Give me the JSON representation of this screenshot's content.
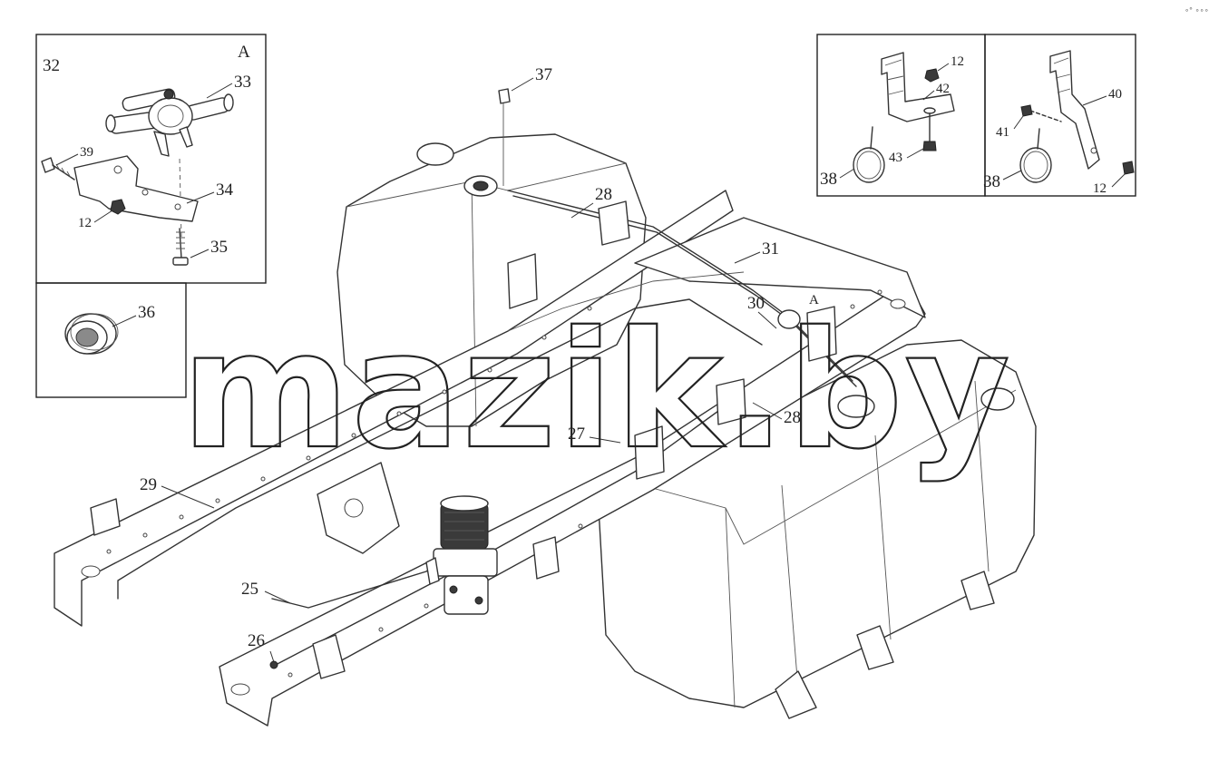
{
  "watermark": "mazik.by",
  "corner_mark": "∘° ∘∘∘",
  "inset_a": {
    "view_letter": "A",
    "labels": [
      "32",
      "33",
      "39",
      "34",
      "12",
      "35"
    ]
  },
  "inset_b": {
    "labels": [
      "36"
    ]
  },
  "inset_c": {
    "labels": [
      "12",
      "42",
      "38",
      "43"
    ]
  },
  "inset_d": {
    "labels": [
      "40",
      "41",
      "38",
      "12"
    ]
  },
  "main": {
    "view_letter": "A",
    "callouts": [
      "37",
      "28",
      "31",
      "30",
      "28",
      "27",
      "29",
      "25",
      "26"
    ]
  }
}
